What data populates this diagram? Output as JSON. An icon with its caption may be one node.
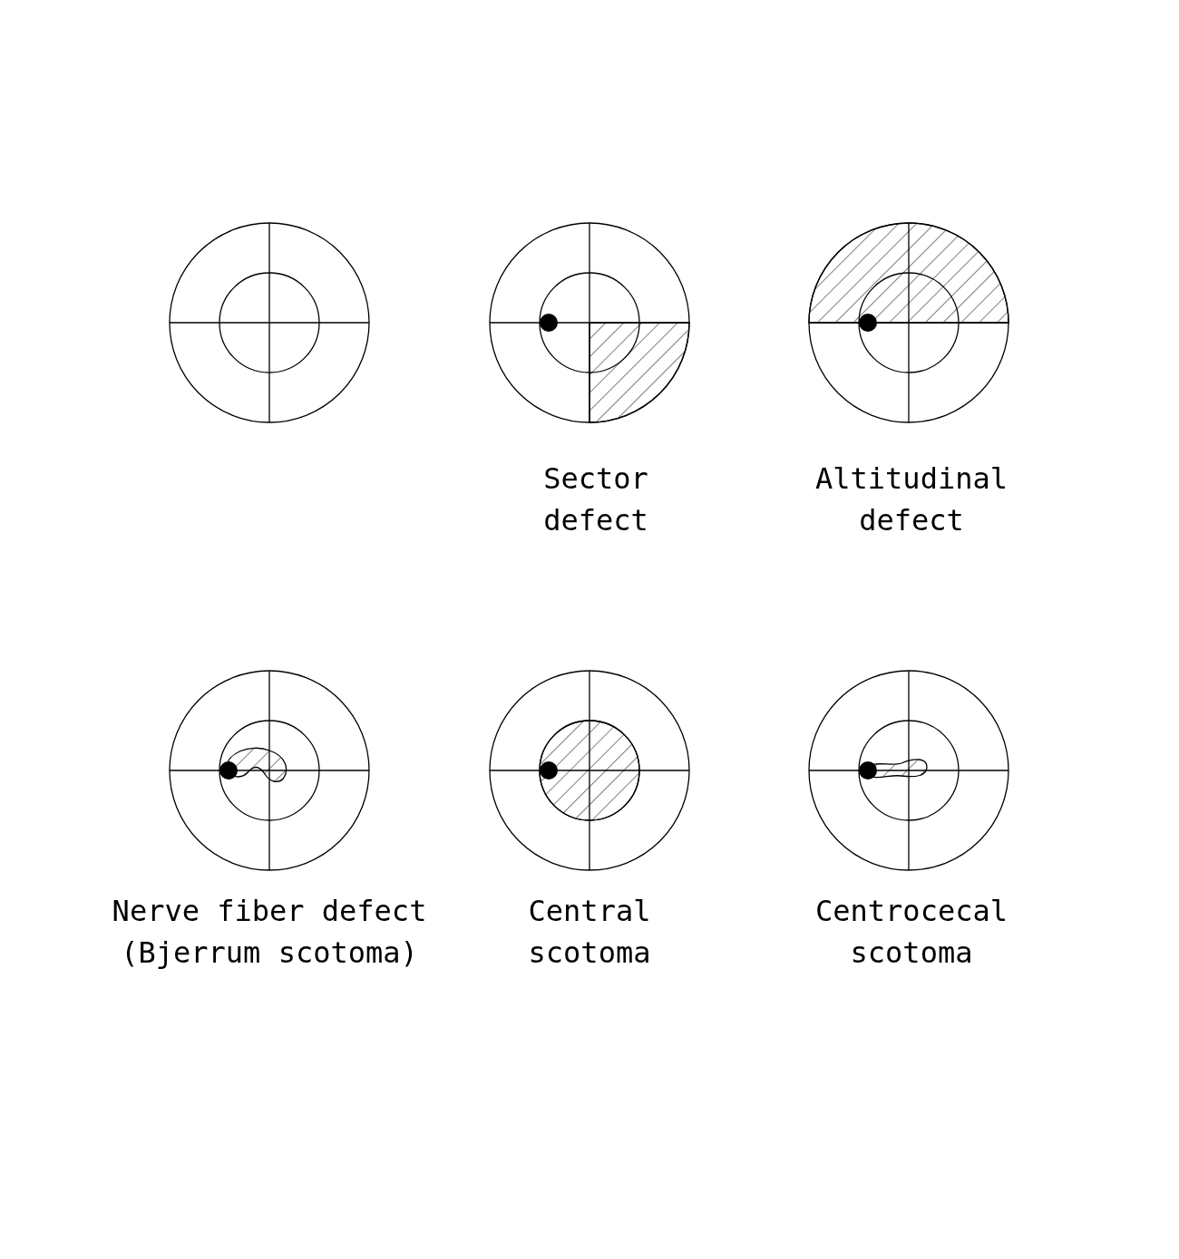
{
  "diagram": {
    "labels": [
      "Sector defect",
      "Altitudinal defect",
      "Nerve fiber defect (Bjerrum scotoma)",
      "Central scotoma",
      "Centrocecal scotoma"
    ]
  }
}
